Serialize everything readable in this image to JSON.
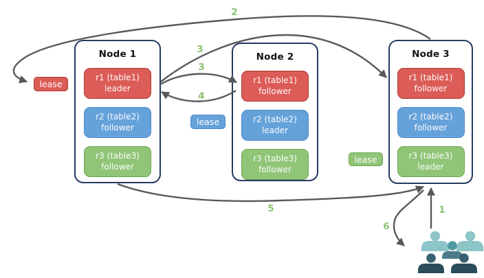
{
  "nodes": [
    {
      "title": "Node 1",
      "replicas": [
        {
          "name": "r1 (table1)",
          "role": "leader"
        },
        {
          "name": "r2 (table2)",
          "role": "follower"
        },
        {
          "name": "r3 (table3)",
          "role": "follower"
        }
      ]
    },
    {
      "title": "Node 2",
      "replicas": [
        {
          "name": "r1 (table1)",
          "role": "follower"
        },
        {
          "name": "r2 (table2)",
          "role": "leader"
        },
        {
          "name": "r3 (table3)",
          "role": "follower"
        }
      ]
    },
    {
      "title": "Node 3",
      "replicas": [
        {
          "name": "r1 (table1)",
          "role": "follower"
        },
        {
          "name": "r2 (table2)",
          "role": "follower"
        },
        {
          "name": "r3 (table3)",
          "role": "leader"
        }
      ]
    }
  ],
  "leases": [
    {
      "label": "lease",
      "color": "#dc5c57"
    },
    {
      "label": "lease",
      "color": "#66a2da"
    },
    {
      "label": "lease",
      "color": "#90c578"
    }
  ],
  "steps": {
    "n1": "1",
    "n2": "2",
    "n3a": "3",
    "n3b": "3",
    "n4": "4",
    "n5": "5",
    "n6": "6"
  },
  "colors": {
    "replica_red": "#dc5c57",
    "replica_red_border": "#ad3a34",
    "replica_blue": "#66a2da",
    "replica_blue_border": "#4a89cb",
    "replica_green": "#90c578",
    "replica_green_border": "#68a74e",
    "node_border": "#243a60",
    "arrow": "#58595b",
    "step_number": "#8cc271",
    "users_back": "#8ec5c8",
    "users_mid_head": "#4f9aa2",
    "users_mid_body": "#4c7a88",
    "users_front_head": "#39606f",
    "users_front_body": "#2a4c5b"
  }
}
